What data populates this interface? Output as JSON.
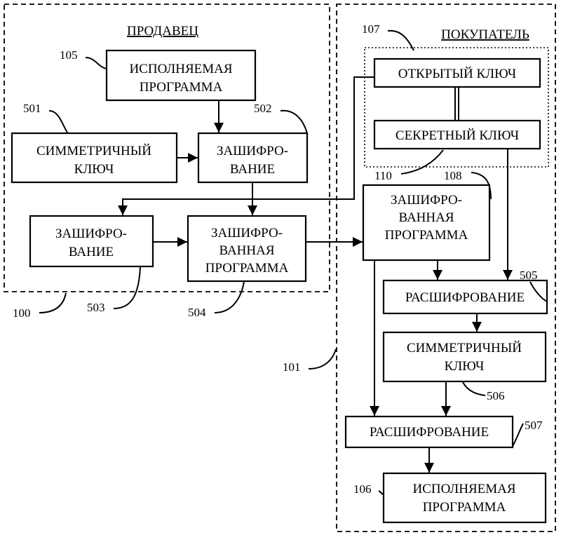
{
  "seller": {
    "title": "ПРОДАВЕЦ",
    "ref": "100",
    "blocks": {
      "executable": {
        "ref": "105",
        "lines": [
          "ИСПОЛНЯЕМАЯ",
          "ПРОГРАММА"
        ]
      },
      "sym_key": {
        "ref": "501",
        "lines": [
          "СИММЕТРИЧНЫЙ",
          "КЛЮЧ"
        ]
      },
      "encrypt1": {
        "ref": "502",
        "lines": [
          "ЗАШИФРО-",
          "ВАНИЕ"
        ]
      },
      "encrypt2": {
        "ref": "503",
        "lines": [
          "ЗАШИФРО-",
          "ВАНИЕ"
        ]
      },
      "enc_program": {
        "ref": "504",
        "lines": [
          "ЗАШИФРО-",
          "ВАННАЯ",
          "ПРОГРАММА"
        ]
      }
    }
  },
  "buyer": {
    "title": "ПОКУПАТЕЛЬ",
    "ref": "101",
    "keypair_ref": "107",
    "keypair_ref_2": "110",
    "blocks": {
      "public_key": {
        "lines": [
          "ОТКРЫТЫЙ КЛЮЧ"
        ]
      },
      "secret_key": {
        "lines": [
          "СЕКРЕТНЫЙ КЛЮЧ"
        ]
      },
      "enc_program": {
        "ref": "108",
        "lines": [
          "ЗАШИФРО-",
          "ВАННАЯ",
          "ПРОГРАММА"
        ]
      },
      "decrypt1": {
        "ref": "505",
        "lines": [
          "РАСШИФРОВАНИЕ"
        ]
      },
      "sym_key": {
        "ref": "506",
        "lines": [
          "СИММЕТРИЧНЫЙ",
          "КЛЮЧ"
        ]
      },
      "decrypt2": {
        "ref": "507",
        "lines": [
          "РАСШИФРОВАНИЕ"
        ]
      },
      "executable": {
        "ref": "106",
        "lines": [
          "ИСПОЛНЯЕМАЯ",
          "ПРОГРАММА"
        ]
      }
    }
  }
}
